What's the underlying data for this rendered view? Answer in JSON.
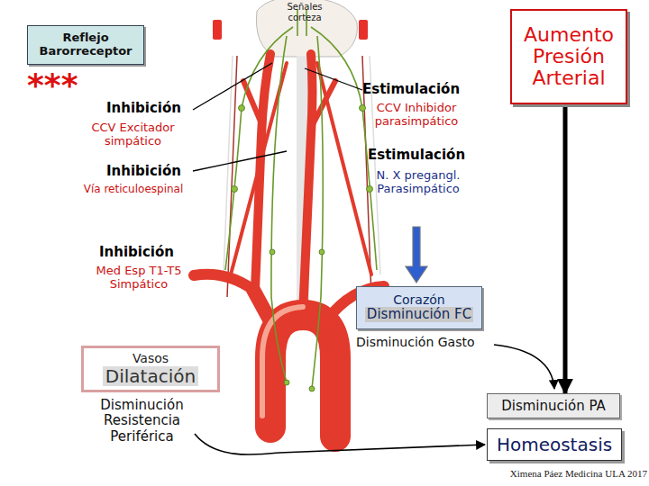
{
  "diagram": {
    "nodes": [
      {
        "text": [
          "Reflejo Barorreceptor"
        ]
      },
      {
        "text": [
          "Aumento Presión Arterial"
        ]
      },
      {
        "text": [
          "Corazón",
          "Disminución FC"
        ]
      },
      {
        "text": [
          "Vasos",
          "Dilatación"
        ]
      },
      {
        "text": [
          "Disminución PA"
        ]
      },
      {
        "text": [
          "Homeostasis"
        ]
      }
    ],
    "edges": [
      {
        "from": 1,
        "to": 4,
        "arrow": "to"
      }
    ],
    "labels": [
      "***",
      "Señales corteza",
      "Inhibición",
      "CCV Excitador simpático",
      "Estimulación",
      "CCV Inhibidor parasimpático",
      "Inhibición",
      "Vía reticuloespinal",
      "Estimulación",
      "N. X pregangl. Parasimpático",
      "Inhibición",
      "Med Esp T1-T5 Simpático",
      "Disminución Gasto",
      "Disminución Resistencia Periférica",
      "Ximena Páez Medicina ULA 2017"
    ]
  }
}
